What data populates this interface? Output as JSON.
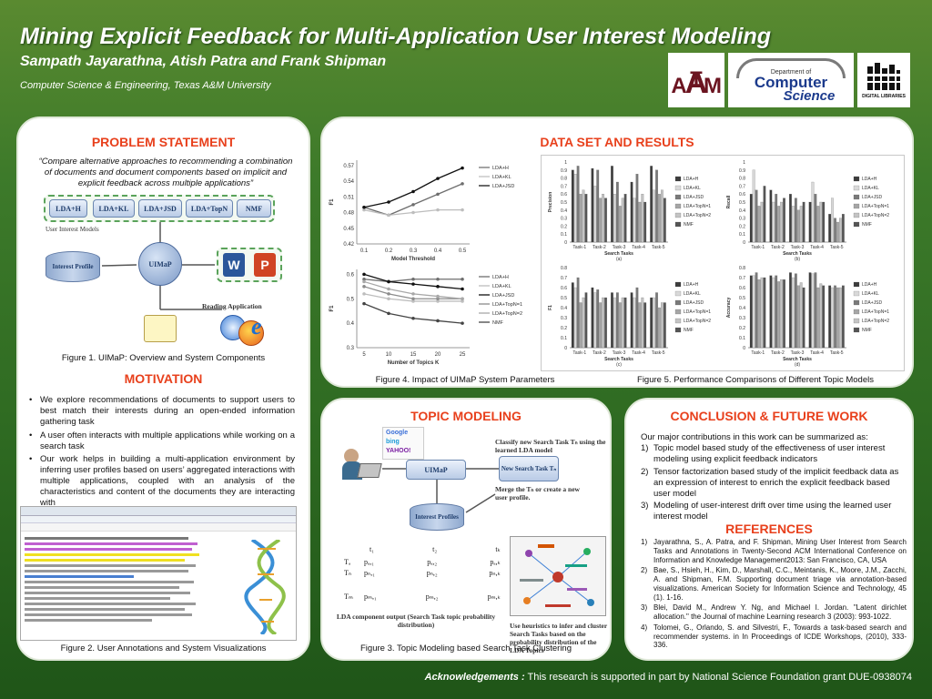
{
  "header": {
    "title": "Mining Explicit Feedback for Multi-Application User Interest Modeling",
    "authors": "Sampath Jayarathna, Atish Patra and Frank Shipman",
    "affiliation": "Computer Science & Engineering, Texas A&M University"
  },
  "logos": {
    "tamu": "ATM",
    "cs_dept": "Department of",
    "cs_computer": "Computer",
    "cs_science": "Science",
    "digital_libraries": "DIGITAL LIBRARIES"
  },
  "problem": {
    "heading": "PROBLEM STATEMENT",
    "quote": "“Compare alternative approaches to recommending a combination of documents and document components based on implicit and explicit feedback across multiple applications”",
    "models": [
      "LDA+H",
      "LDA+KL",
      "LDA+JSD",
      "LDA+TopN",
      "NMF"
    ],
    "models_label": "User Interest Models",
    "interest_profile": "Interest Profile",
    "uimap": "UIMaP",
    "reading_app": "Reading Application",
    "caption": "Figure 1. UIMaP: Overview and System Components"
  },
  "motivation": {
    "heading": "MOTIVATION",
    "bullets": [
      "We explore recommendations of documents to support users to best match their interests during an open-ended information gathering task",
      "A user often interacts with multiple applications while working on a search task",
      "Our work helps in building a multi-application environment by inferring user profiles based on users’ aggregated interactions with multiple applications, coupled with an analysis of the characteristics and content of the documents they are interacting with"
    ],
    "caption": "Figure 2. User Annotations and System Visualizations"
  },
  "dataset": {
    "heading": "DATA SET AND RESULTS",
    "caption4": "Figure 4. Impact of UIMaP System Parameters",
    "caption5": "Figure 5. Performance Comparisons of Different Topic Models"
  },
  "chart_data": [
    {
      "type": "line",
      "x": [
        0.1,
        0.2,
        0.3,
        0.4,
        0.5
      ],
      "xlabel": "Model Threshold",
      "ylabel": "F1",
      "ylim": [
        0.42,
        0.58
      ],
      "yticks": [
        "0.42",
        "0.45",
        "0.48",
        "0.51",
        "0.54",
        "0.57"
      ],
      "series": [
        {
          "name": "LDA+H",
          "values": [
            0.49,
            0.475,
            0.495,
            0.515,
            0.535
          ],
          "color": "#6e6e6e"
        },
        {
          "name": "LDA+KL",
          "values": [
            0.485,
            0.475,
            0.48,
            0.485,
            0.485
          ],
          "color": "#bdbdbd"
        },
        {
          "name": "LDA+JSD",
          "values": [
            0.49,
            0.5,
            0.52,
            0.545,
            0.565
          ],
          "color": "#111111"
        }
      ]
    },
    {
      "type": "line",
      "x": [
        5,
        10,
        15,
        20,
        25
      ],
      "xlabel": "Number of Topics K",
      "ylabel": "F1",
      "ylim": [
        0.3,
        0.62
      ],
      "yticks": [
        "0.3",
        "0.4",
        "0.5",
        "0.6"
      ],
      "series": [
        {
          "name": "LDA+H",
          "values": [
            0.58,
            0.57,
            0.58,
            0.58,
            0.58
          ],
          "color": "#6e6e6e"
        },
        {
          "name": "LDA+KL",
          "values": [
            0.52,
            0.5,
            0.49,
            0.49,
            0.49
          ],
          "color": "#bdbdbd"
        },
        {
          "name": "LDA+JSD",
          "values": [
            0.6,
            0.57,
            0.56,
            0.55,
            0.54
          ],
          "color": "#111111"
        },
        {
          "name": "LDA+TopN=1",
          "values": [
            0.55,
            0.52,
            0.5,
            0.5,
            0.5
          ],
          "color": "#8c8c8c"
        },
        {
          "name": "LDA+TopN=2",
          "values": [
            0.57,
            0.54,
            0.52,
            0.51,
            0.5
          ],
          "color": "#a8a8a8"
        },
        {
          "name": "NMF",
          "values": [
            0.48,
            0.44,
            0.42,
            0.41,
            0.4
          ],
          "color": "#444444"
        }
      ]
    },
    {
      "type": "bar",
      "sublabel": "(a)",
      "ylabel": "Precision",
      "xlabel": "Search Tasks",
      "categories": [
        "Task-1",
        "Task-2",
        "Task-3",
        "Task-4",
        "Task-5"
      ],
      "ylim": [
        0,
        1
      ],
      "yticks": [
        "0",
        "0.1",
        "0.2",
        "0.3",
        "0.4",
        "0.5",
        "0.6",
        "0.7",
        "0.8",
        "0.9",
        "1"
      ],
      "series": [
        {
          "name": "LDA+H",
          "values": [
            0.9,
            0.92,
            0.95,
            0.75,
            0.95
          ]
        },
        {
          "name": "LDA+KL",
          "values": [
            0.85,
            0.7,
            0.6,
            0.55,
            0.65
          ]
        },
        {
          "name": "LDA+JSD",
          "values": [
            0.95,
            0.9,
            0.75,
            0.85,
            0.9
          ]
        },
        {
          "name": "LDA+TopN=1",
          "values": [
            0.6,
            0.55,
            0.45,
            0.5,
            0.6
          ]
        },
        {
          "name": "LDA+TopN=2",
          "values": [
            0.65,
            0.6,
            0.55,
            0.6,
            0.65
          ]
        },
        {
          "name": "NMF",
          "values": [
            0.6,
            0.55,
            0.6,
            0.5,
            0.55
          ]
        }
      ]
    },
    {
      "type": "bar",
      "sublabel": "(b)",
      "ylabel": "Recall",
      "xlabel": "Search Tasks",
      "categories": [
        "Task-1",
        "Task-2",
        "Task-3",
        "Task-4",
        "Task-5"
      ],
      "ylim": [
        0,
        1
      ],
      "yticks": [
        "0",
        "0.1",
        "0.2",
        "0.3",
        "0.4",
        "0.5",
        "0.6",
        "0.7",
        "0.8",
        "0.9",
        "1"
      ],
      "series": [
        {
          "name": "LDA+H",
          "values": [
            0.6,
            0.65,
            0.6,
            0.5,
            0.35
          ]
        },
        {
          "name": "LDA+KL",
          "values": [
            0.9,
            0.5,
            0.45,
            0.75,
            0.55
          ]
        },
        {
          "name": "LDA+JSD",
          "values": [
            0.65,
            0.6,
            0.55,
            0.6,
            0.3
          ]
        },
        {
          "name": "LDA+TopN=1",
          "values": [
            0.45,
            0.45,
            0.4,
            0.45,
            0.25
          ]
        },
        {
          "name": "LDA+TopN=2",
          "values": [
            0.5,
            0.5,
            0.45,
            0.5,
            0.3
          ]
        },
        {
          "name": "NMF",
          "values": [
            0.7,
            0.55,
            0.5,
            0.5,
            0.35
          ]
        }
      ]
    },
    {
      "type": "bar",
      "sublabel": "(c)",
      "ylabel": "F1",
      "xlabel": "Search Tasks",
      "categories": [
        "Task-1",
        "Task-2",
        "Task-3",
        "Task-4",
        "Task-5"
      ],
      "ylim": [
        0,
        0.8
      ],
      "yticks": [
        "0",
        "0.1",
        "0.2",
        "0.3",
        "0.4",
        "0.5",
        "0.6",
        "0.7",
        "0.8"
      ],
      "series": [
        {
          "name": "LDA+H",
          "values": [
            0.65,
            0.6,
            0.55,
            0.55,
            0.5
          ]
        },
        {
          "name": "LDA+KL",
          "values": [
            0.6,
            0.55,
            0.5,
            0.5,
            0.5
          ]
        },
        {
          "name": "LDA+JSD",
          "values": [
            0.7,
            0.58,
            0.55,
            0.6,
            0.55
          ]
        },
        {
          "name": "LDA+TopN=1",
          "values": [
            0.45,
            0.45,
            0.45,
            0.45,
            0.4
          ]
        },
        {
          "name": "LDA+TopN=2",
          "values": [
            0.5,
            0.5,
            0.5,
            0.5,
            0.45
          ]
        },
        {
          "name": "NMF",
          "values": [
            0.55,
            0.5,
            0.5,
            0.45,
            0.45
          ]
        }
      ]
    },
    {
      "type": "bar",
      "sublabel": "(d)",
      "ylabel": "Accuracy",
      "xlabel": "Search Tasks",
      "categories": [
        "Task-1",
        "Task-2",
        "Task-3",
        "Task-4",
        "Task-5"
      ],
      "ylim": [
        0,
        0.8
      ],
      "yticks": [
        "0",
        "0.1",
        "0.2",
        "0.3",
        "0.4",
        "0.5",
        "0.6",
        "0.7",
        "0.8"
      ],
      "series": [
        {
          "name": "LDA+H",
          "values": [
            0.72,
            0.72,
            0.75,
            0.75,
            0.62
          ]
        },
        {
          "name": "LDA+KL",
          "values": [
            0.72,
            0.7,
            0.7,
            0.74,
            0.6
          ]
        },
        {
          "name": "LDA+JSD",
          "values": [
            0.75,
            0.72,
            0.74,
            0.75,
            0.62
          ]
        },
        {
          "name": "LDA+TopN=1",
          "values": [
            0.68,
            0.66,
            0.62,
            0.6,
            0.6
          ]
        },
        {
          "name": "LDA+TopN=2",
          "values": [
            0.7,
            0.68,
            0.65,
            0.64,
            0.6
          ]
        },
        {
          "name": "NMF",
          "values": [
            0.7,
            0.68,
            0.6,
            0.62,
            0.62
          ]
        }
      ]
    }
  ],
  "topic": {
    "heading": "TOPIC MODELING",
    "search_engines": [
      "Google",
      "bing",
      "YAHOO!"
    ],
    "classify": "Classify new Search Task Tₙ using the learned LDA model",
    "new_task": "New Search Task Tₙ",
    "uimap": "UIMaP",
    "merge": "Merge the Tₙ or create a new user profile.",
    "interest_profiles": "Interest Profiles",
    "matrix_cols": [
      "t₁",
      "t₂",
      "tₖ"
    ],
    "matrix_rows": [
      "Tₐ",
      "Tₙ",
      "Tₘ"
    ],
    "matrix_cells": [
      [
        "pₐ,₁",
        "pₐ,₂",
        "pₐ,ₖ"
      ],
      [
        "pₙ,₁",
        "pₙ,₂",
        "pₙ,ₖ"
      ],
      [
        "pₘ,₁",
        "pₘ,₂",
        "pₘ,ₖ"
      ]
    ],
    "lda_output": "LDA component output (Search Task topic probability distribution)",
    "heuristics": "Use heuristics to infer and cluster Search Tasks based on the probability distribution of the LDA Topics",
    "caption": "Figure 3. Topic Modeling based Search Task Clustering"
  },
  "conclusion": {
    "heading": "CONCLUSION & FUTURE WORK",
    "intro": "Our major contributions in this work can be summarized as:",
    "items": [
      "Topic model based study of the effectiveness of user interest modeling using explicit feedback indicators",
      "Tensor factorization based study of the implicit feedback data as an expression of interest to enrich the explicit feedback based user model",
      "Modeling of user-interest drift over time using the learned user interest model"
    ]
  },
  "references": {
    "heading": "REFERENCES",
    "items": [
      "Jayarathna, S., A. Patra, and F. Shipman, Mining User Interest from Search Tasks and Annotations in Twenty-Second ACM International Conference on Information and Knowledge Management2013: San Francisco, CA, USA",
      "Bae, S., Hsieh, H., Kim, D., Marshall, C.C., Meintanis, K., Moore, J.M., Zacchi, A. and Shipman, F.M. Supporting document triage via annotation-based visualizations. American Society for Information Science and Technology, 45 (1). 1-16.",
      "Blei, David M., Andrew Y. Ng, and Michael I. Jordan. \"Latent dirichlet allocation.\" the Journal of machine Learning research 3 (2003): 993-1022.",
      "Tolomei, G., Orlando, S. and Silvestri, F., Towards a task-based search and recommender systems. in In Proceedings of ICDE Workshops, (2010), 333-336."
    ]
  },
  "footer": {
    "ack_label": "Acknowledgements :",
    "ack_text": " This research is supported in part by National Science Foundation grant DUE-0938074"
  },
  "colors": {
    "heading": "#e8401c",
    "background_top": "#5a8a30",
    "background_bottom": "#1f5518",
    "tamu_maroon": "#6b1420"
  }
}
